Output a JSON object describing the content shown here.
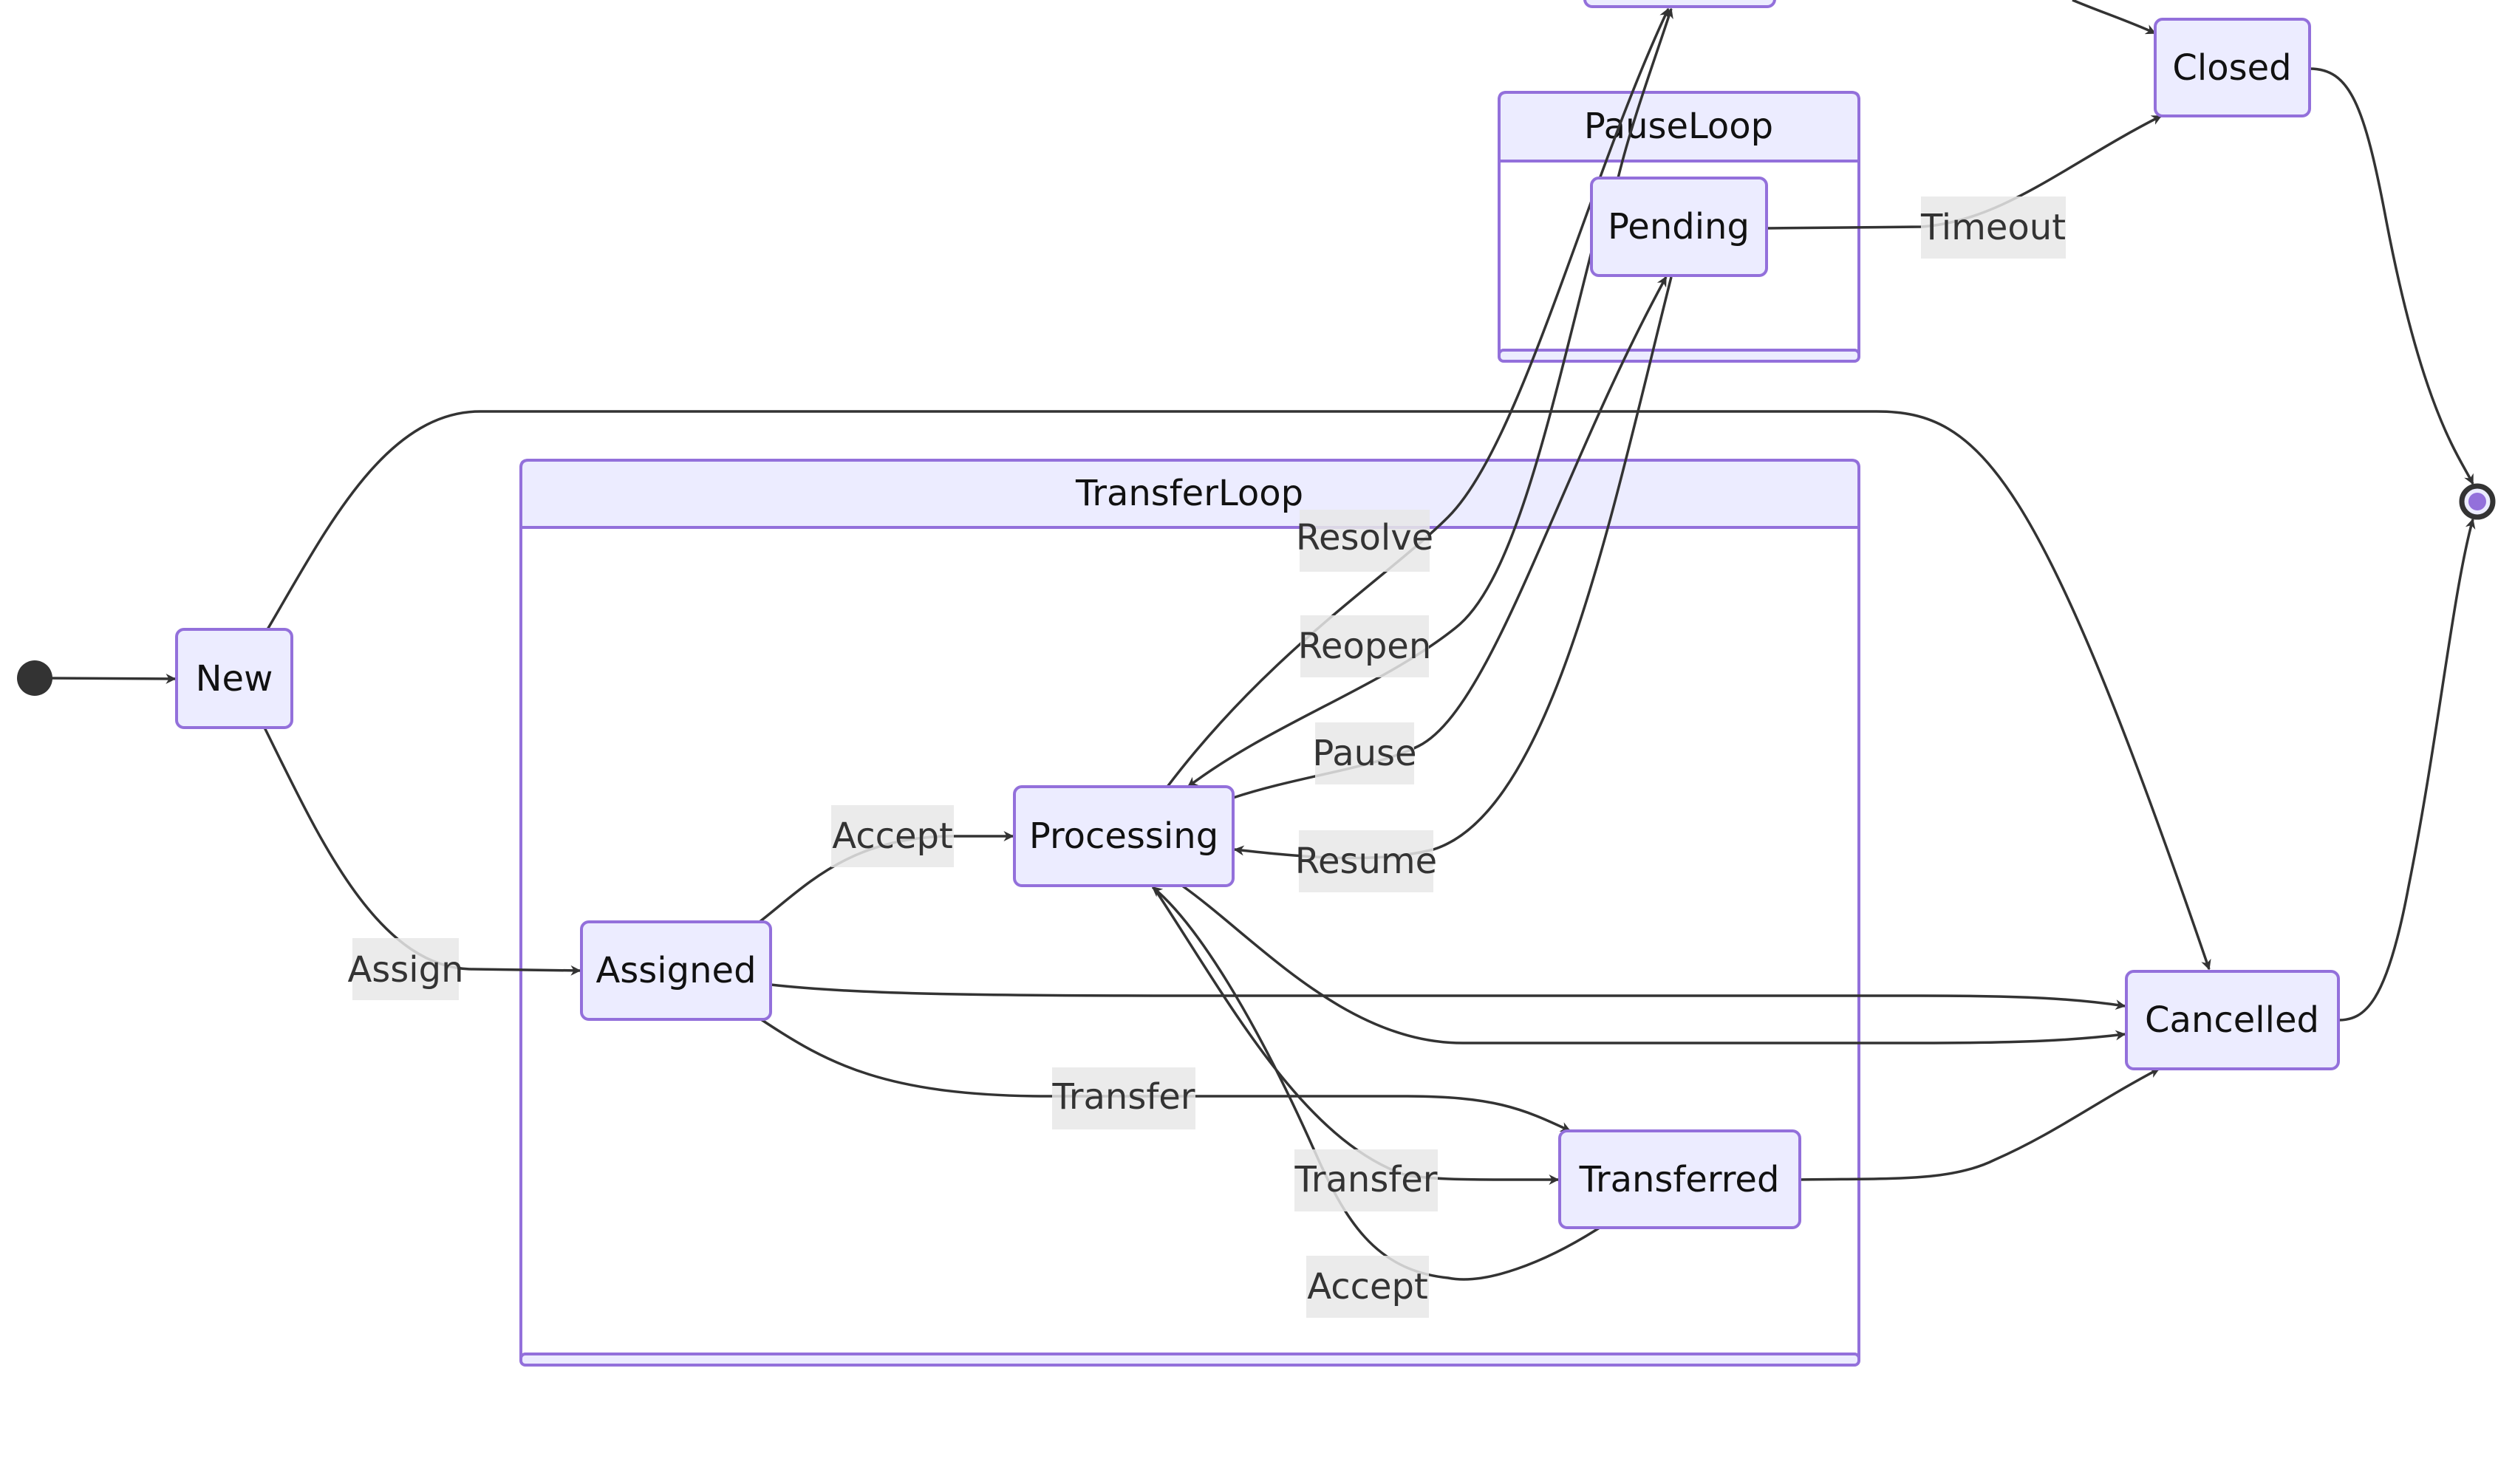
{
  "diagram": {
    "type": "state-diagram",
    "colors": {
      "node_fill": "#ECECFF",
      "node_stroke": "#9370DB",
      "edge": "#333333",
      "label_bg": "#e8e8e8"
    },
    "states": {
      "new": "New",
      "assigned": "Assigned",
      "processing": "Processing",
      "transferred": "Transferred",
      "pending": "Pending",
      "closed": "Closed",
      "cancelled": "Cancelled"
    },
    "composites": {
      "transfer_loop": "TransferLoop",
      "pause_loop": "PauseLoop"
    },
    "transitions": {
      "assign": "Assign",
      "accept": "Accept",
      "resolve": "Resolve",
      "reopen": "Reopen",
      "pause": "Pause",
      "resume": "Resume",
      "transfer_from_assigned": "Transfer",
      "transfer_from_processing": "Transfer",
      "accept_from_transferred": "Accept",
      "timeout": "Timeout"
    }
  }
}
